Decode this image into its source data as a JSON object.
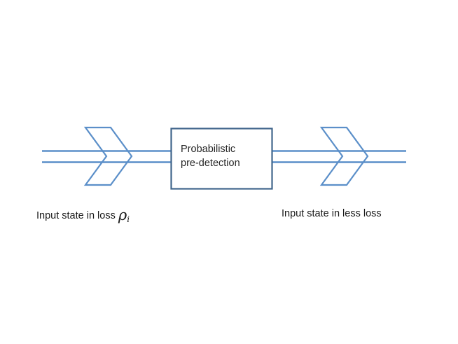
{
  "figure": {
    "title": "",
    "background_color": "#ffffff",
    "line_color": "#5B8FC9",
    "box_border_color": "#41668C",
    "box_fill_color": "#ffffff",
    "text_color": "#262626"
  },
  "process_box": {
    "label": "Probabilistic\npre-detection",
    "line1": "Probabilistic",
    "line2": "pre-detection"
  },
  "captions": {
    "left": {
      "text": "Input state in loss",
      "symbol": "ρ",
      "subscript": "i"
    },
    "right": {
      "text": "Input state in less loss"
    }
  },
  "elements": {
    "input_arrow_name": "input-double-chevron",
    "output_arrow_name": "output-double-chevron",
    "rail_top_name": "signal-rail-top",
    "rail_bottom_name": "signal-rail-bottom"
  }
}
